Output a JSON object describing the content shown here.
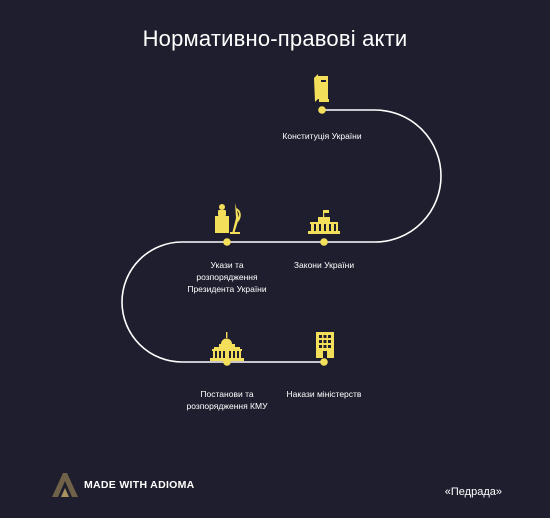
{
  "title": "Нормативно-правові акти",
  "colors": {
    "background": "#1f1e2e",
    "accent": "#f4df5b",
    "path": "#ffffff"
  },
  "nodes": [
    {
      "id": "constitution",
      "label_lines": [
        "Конституція України"
      ],
      "icon": "book-icon"
    },
    {
      "id": "laws",
      "label_lines": [
        "Закони України"
      ],
      "icon": "parliament-building-icon"
    },
    {
      "id": "decrees",
      "label_lines": [
        "Укази та",
        "розпорядження",
        "Президента України"
      ],
      "icon": "president-podium-icon"
    },
    {
      "id": "resolutions",
      "label_lines": [
        "Постанови та",
        "розпорядження КМУ"
      ],
      "icon": "government-building-icon"
    },
    {
      "id": "orders",
      "label_lines": [
        "Накази міністерств"
      ],
      "icon": "office-building-icon"
    }
  ],
  "footer": {
    "logo_text": "MADE WITH ADIOMA",
    "source": "«Педрада»"
  }
}
